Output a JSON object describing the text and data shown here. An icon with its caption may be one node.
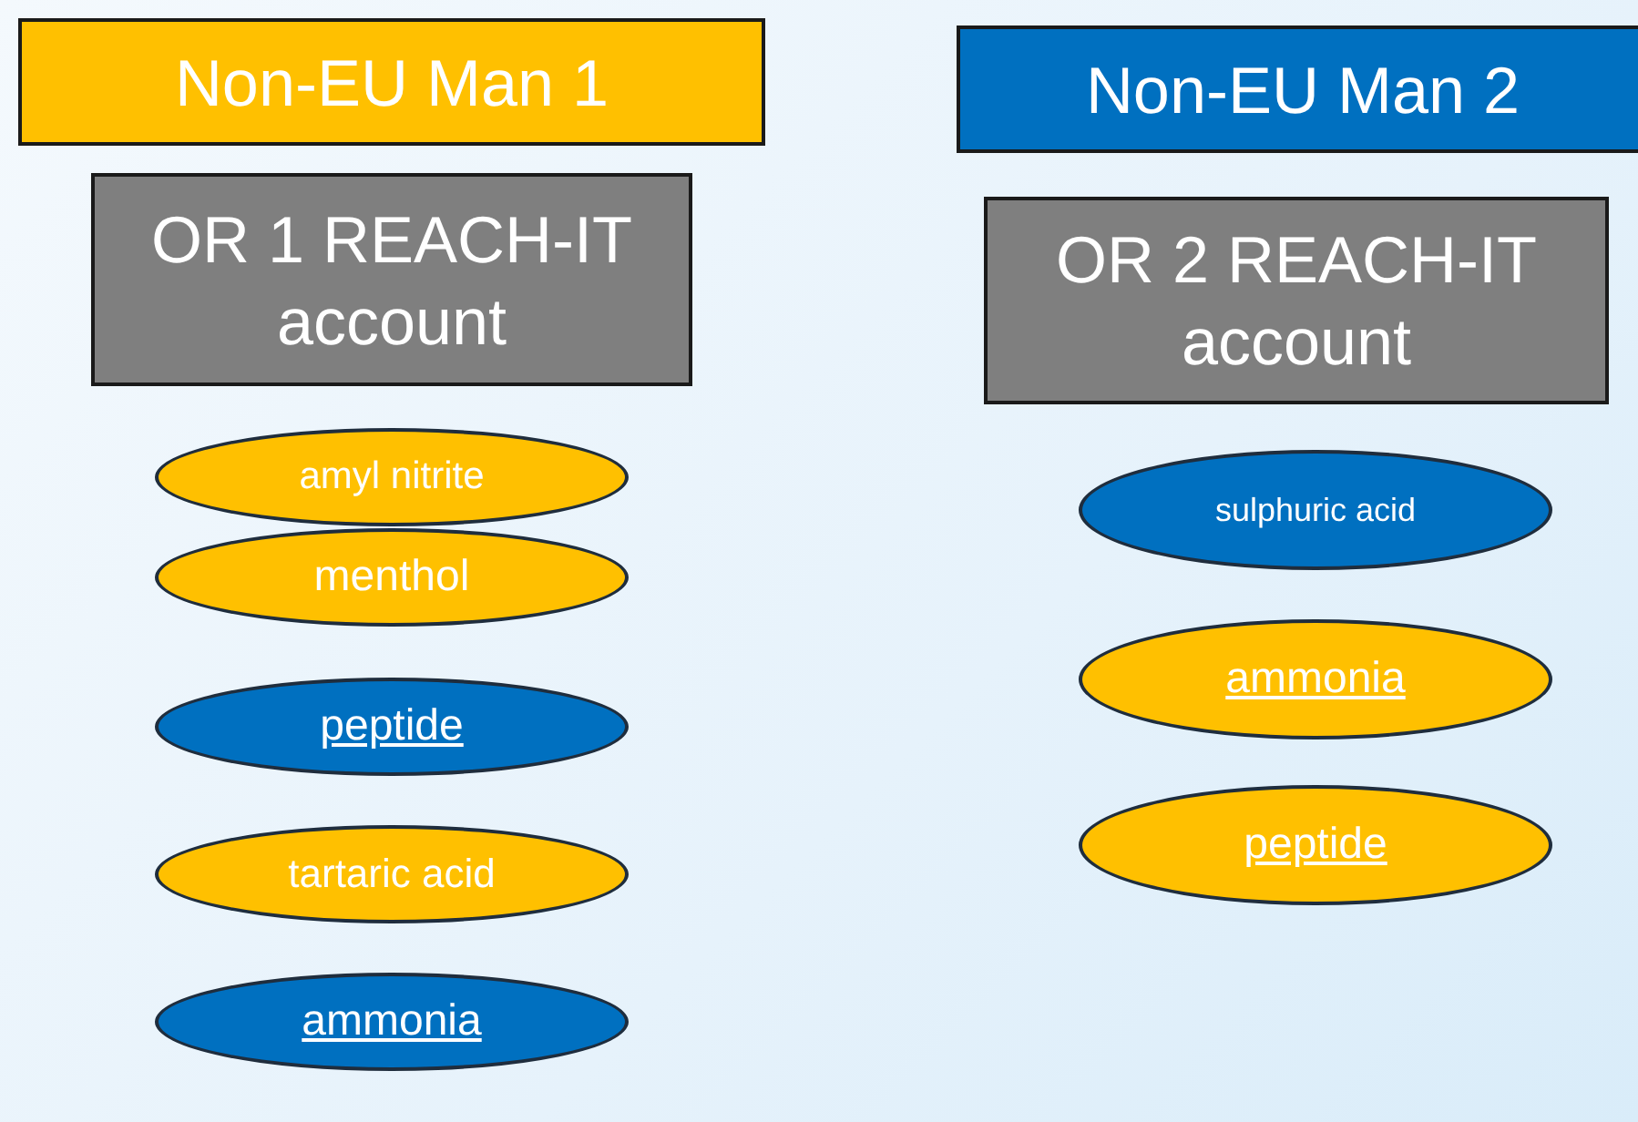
{
  "diagram": {
    "nodes": [
      {
        "text": [
          "Non-EU Man 1"
        ]
      },
      {
        "text": [
          "OR 1 REACH-IT account"
        ]
      },
      {
        "text": [
          "amyl nitrite"
        ]
      },
      {
        "text": [
          "menthol"
        ]
      },
      {
        "text": [
          "peptide"
        ]
      },
      {
        "text": [
          "tartaric acid"
        ]
      },
      {
        "text": [
          "ammonia"
        ]
      },
      {
        "text": [
          "Non-EU Man 2"
        ]
      },
      {
        "text": [
          "OR 2 REACH-IT account"
        ]
      },
      {
        "text": [
          "sulphuric acid"
        ]
      },
      {
        "text": [
          "ammonia"
        ]
      },
      {
        "text": [
          "peptide"
        ]
      }
    ]
  }
}
